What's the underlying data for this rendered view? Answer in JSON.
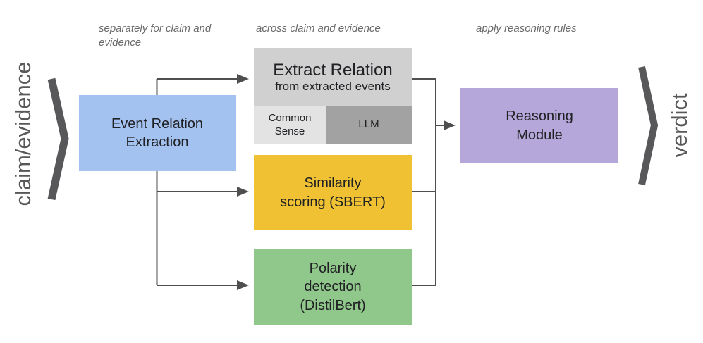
{
  "flow": {
    "input_label": "claim/evidence",
    "output_label": "verdict"
  },
  "annotations": {
    "stage1": "separately for claim and evidence",
    "stage2": "across claim and evidence",
    "stage3": "apply reasoning rules"
  },
  "boxes": {
    "event_relation_extraction": {
      "lines": [
        "Event Relation",
        "Extraction"
      ],
      "color": "#a4c2f0"
    },
    "extract_relation": {
      "title": "Extract Relation",
      "subtitle": "from extracted events",
      "color": "#d0d0d0",
      "submodules": [
        {
          "lines": [
            "Common",
            "Sense"
          ],
          "color": "#e3e3e3"
        },
        {
          "lines": [
            "LLM"
          ],
          "color": "#a2a2a2"
        }
      ]
    },
    "similarity_scoring": {
      "lines": [
        "Similarity",
        "scoring (SBERT)"
      ],
      "color": "#f0c233"
    },
    "polarity_detection": {
      "lines": [
        "Polarity",
        "detection",
        "(DistilBert)"
      ],
      "color": "#90c78a"
    },
    "reasoning_module": {
      "lines": [
        "Reasoning",
        "Module"
      ],
      "color": "#b5a7d9"
    }
  },
  "connector_color": "#4f4f4f",
  "chevron_color": "#58585a"
}
